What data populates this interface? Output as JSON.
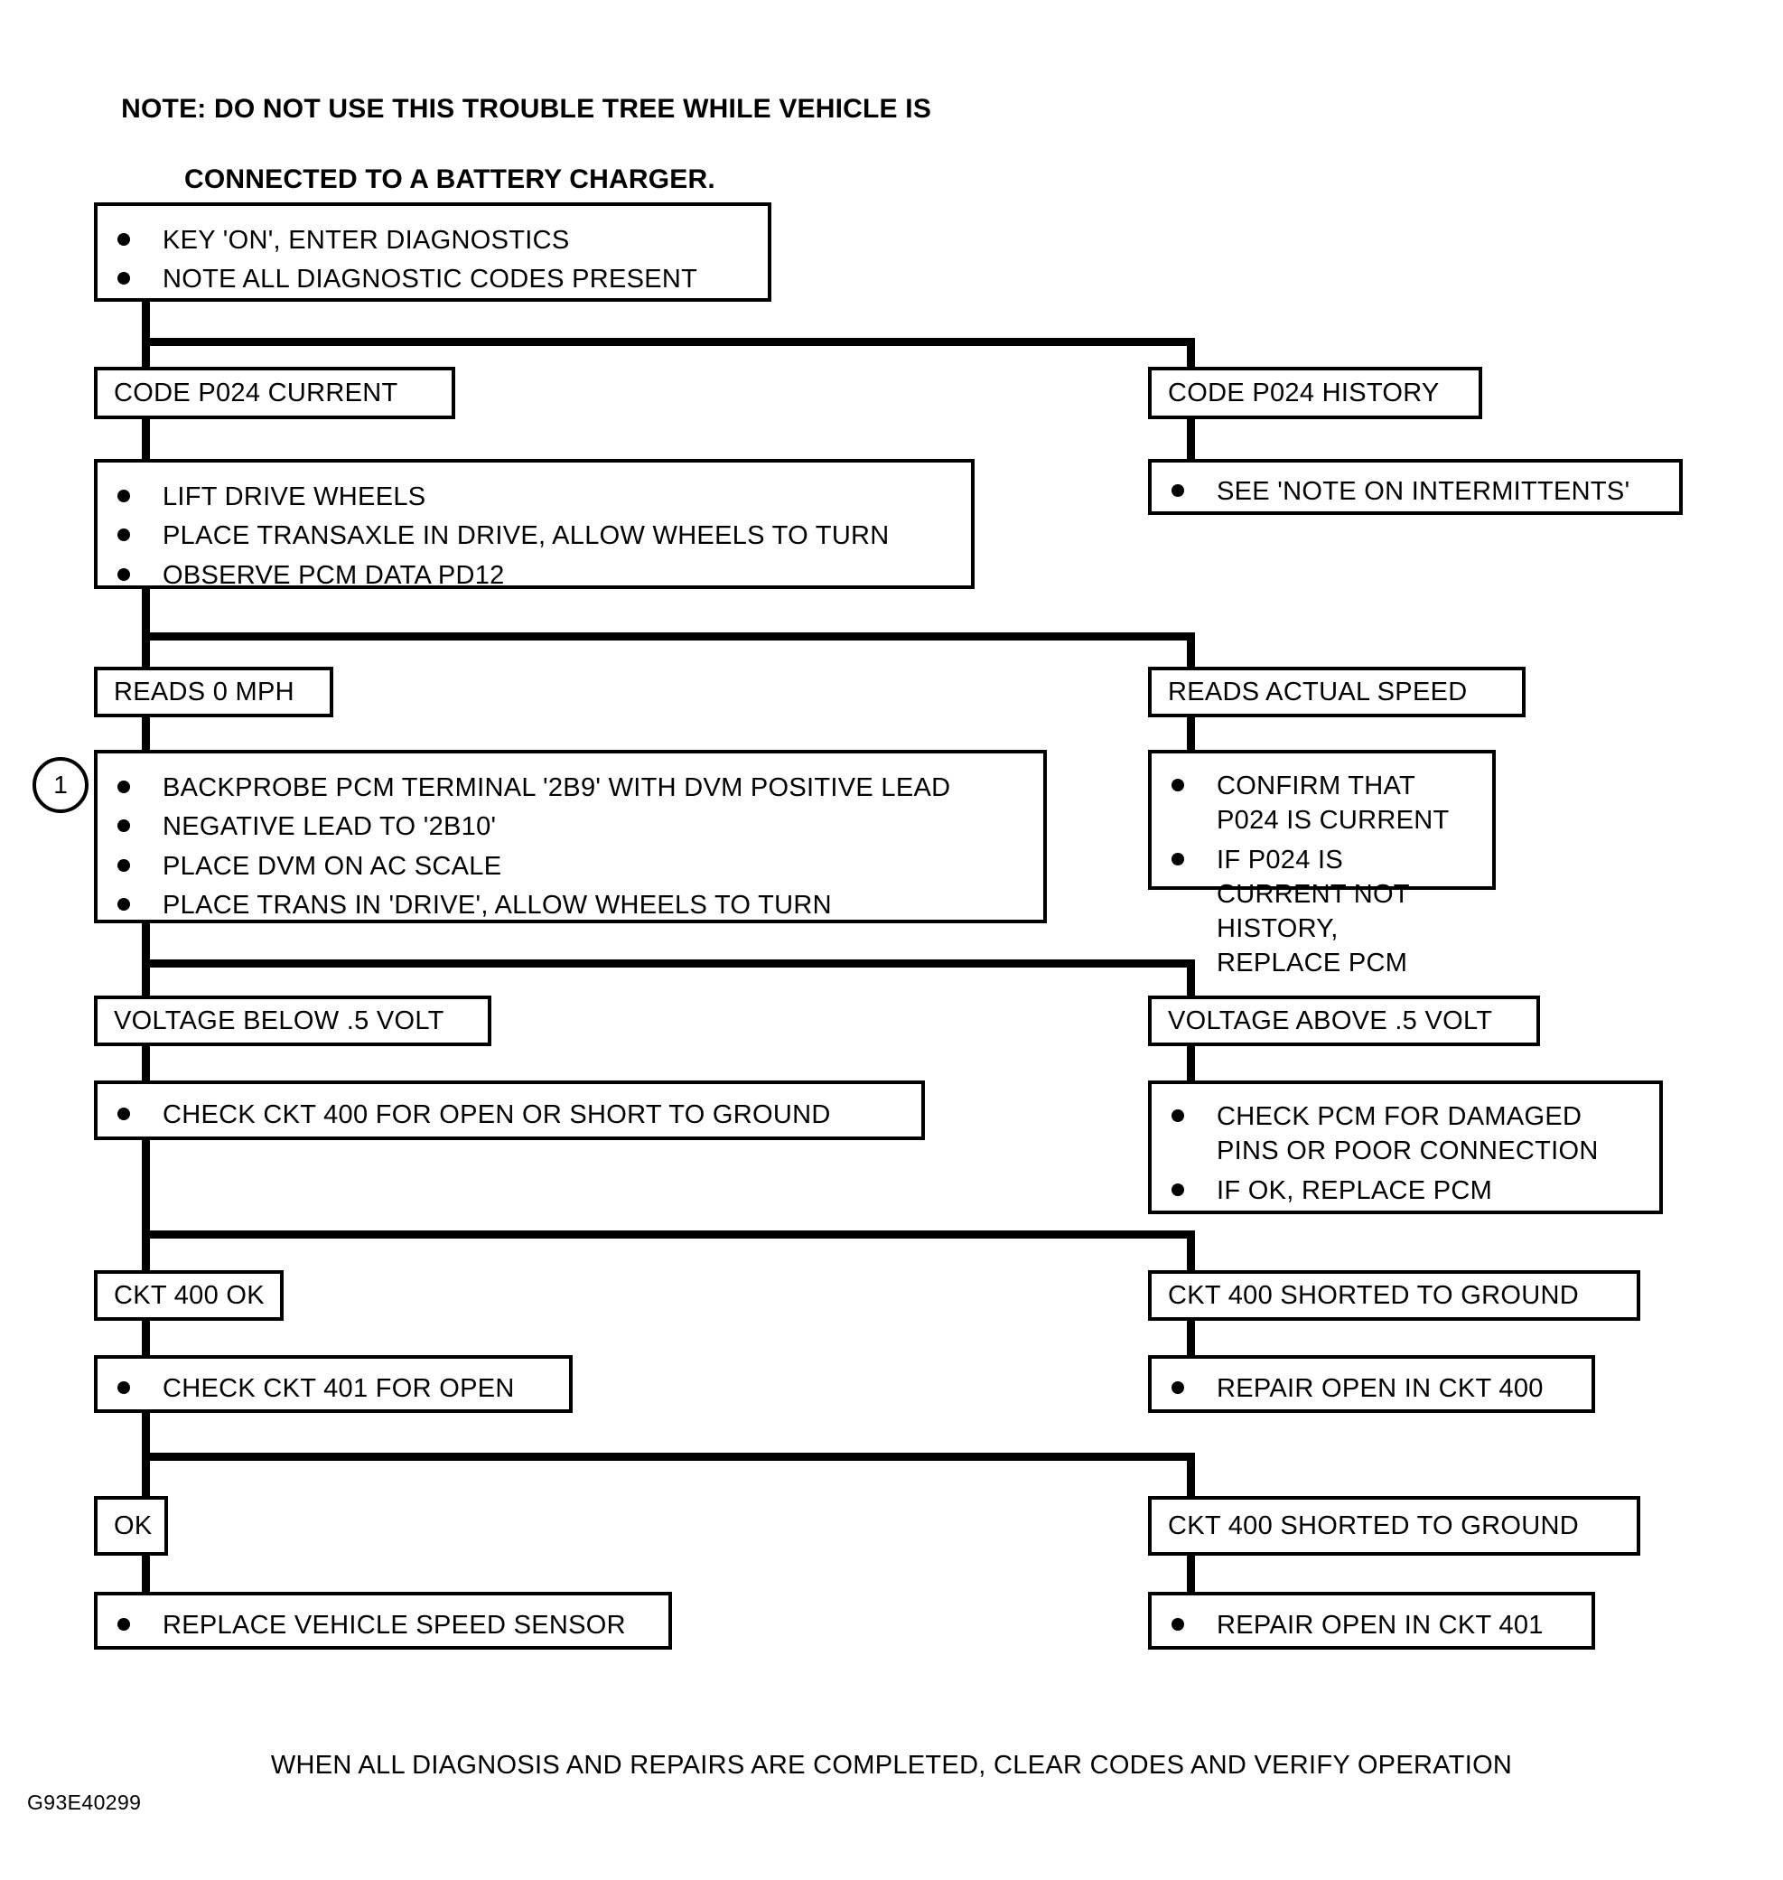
{
  "figure": {
    "id_code": "G93E40299",
    "note_line1": "NOTE: DO NOT USE THIS TROUBLE TREE WHILE VEHICLE IS",
    "note_line2": "CONNECTED TO A BATTERY CHARGER.",
    "footer": "WHEN ALL DIAGNOSIS AND REPAIRS ARE COMPLETED, CLEAR CODES AND VERIFY OPERATION",
    "step_marker_1": "1"
  },
  "nodes": {
    "start": {
      "bullets": [
        "KEY 'ON', ENTER DIAGNOSTICS",
        "NOTE ALL DIAGNOSTIC CODES PRESENT"
      ]
    },
    "code_current": {
      "label": "CODE P024 CURRENT"
    },
    "code_history": {
      "label": "CODE P024 HISTORY"
    },
    "intermittents": {
      "bullets": [
        "SEE 'NOTE ON INTERMITTENTS'"
      ]
    },
    "lift_wheels": {
      "bullets": [
        "LIFT DRIVE WHEELS",
        "PLACE TRANSAXLE IN DRIVE, ALLOW WHEELS TO TURN",
        "OBSERVE PCM DATA PD12"
      ]
    },
    "reads_zero": {
      "label": "READS 0 MPH"
    },
    "reads_actual": {
      "label": "READS ACTUAL SPEED"
    },
    "backprobe": {
      "bullets": [
        "BACKPROBE PCM TERMINAL '2B9' WITH DVM POSITIVE LEAD",
        "NEGATIVE LEAD TO '2B10'",
        "PLACE DVM ON AC SCALE",
        "PLACE TRANS IN 'DRIVE', ALLOW WHEELS TO TURN"
      ]
    },
    "confirm_current": {
      "bullets": [
        "CONFIRM THAT P024 IS CURRENT",
        "IF P024 IS CURRENT NOT HISTORY,\nREPLACE PCM"
      ]
    },
    "voltage_below": {
      "label": "VOLTAGE BELOW .5 VOLT"
    },
    "voltage_above": {
      "label": "VOLTAGE ABOVE .5 VOLT"
    },
    "check_ckt400": {
      "bullets": [
        "CHECK CKT 400 FOR OPEN OR SHORT TO GROUND"
      ]
    },
    "check_pcm_pins": {
      "bullets": [
        "CHECK PCM FOR DAMAGED\nPINS OR POOR CONNECTION",
        "IF OK,  REPLACE PCM"
      ]
    },
    "ckt400_ok": {
      "label": "CKT 400 OK"
    },
    "ckt400_shorted_a": {
      "label": "CKT 400 SHORTED TO GROUND"
    },
    "check_ckt401": {
      "bullets": [
        "CHECK CKT 401 FOR OPEN"
      ]
    },
    "repair_ckt400": {
      "bullets": [
        "REPAIR OPEN IN CKT 400"
      ]
    },
    "ok": {
      "label": "OK"
    },
    "ckt400_shorted_b": {
      "label": "CKT 400 SHORTED TO GROUND"
    },
    "replace_vss": {
      "bullets": [
        "REPLACE VEHICLE SPEED SENSOR"
      ]
    },
    "repair_ckt401": {
      "bullets": [
        "REPAIR OPEN IN CKT 401"
      ]
    }
  }
}
